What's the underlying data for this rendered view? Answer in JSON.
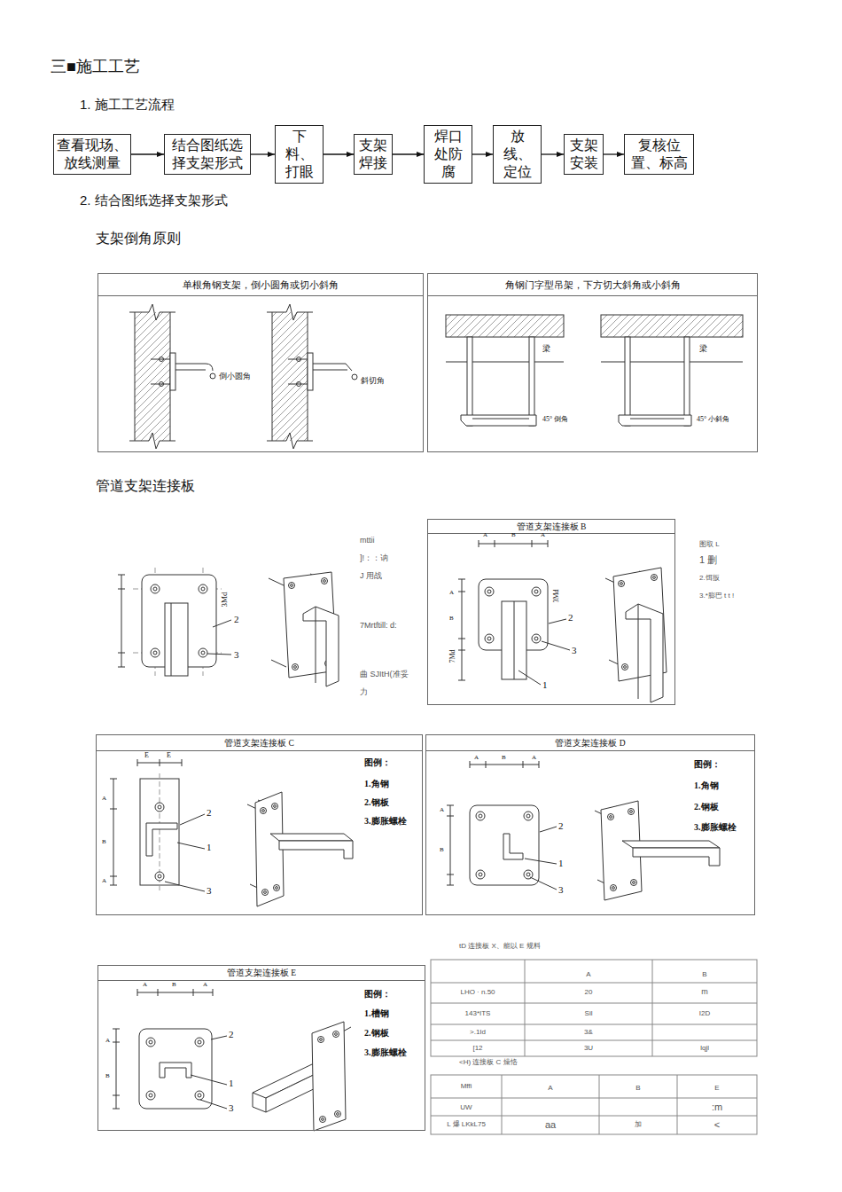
{
  "diagram": {
    "title": "三■施工工艺",
    "nodes": [
      {
        "text": [
          "查看现场、放线测量"
        ]
      },
      {
        "text": [
          "结合图纸选择支架形式"
        ]
      },
      {
        "text": [
          "下料、打眼"
        ]
      },
      {
        "text": [
          "支架焊接"
        ]
      },
      {
        "text": [
          "焊口处防腐"
        ]
      },
      {
        "text": [
          "放线、定位"
        ]
      },
      {
        "text": [
          "支架安装"
        ]
      },
      {
        "text": [
          "复核位置、标高"
        ]
      },
      {
        "text": [
          "单根角钢支架，倒小圆角或切小斜角"
        ]
      },
      {
        "text": [
          "角钢门字型吊架，下方切大斜角或小斜角"
        ]
      },
      {
        "text": [
          "管道支架连接板 B"
        ]
      },
      {
        "text": [
          "管道支架连接板 C",
          "图例：",
          "1.角钢",
          "2.钢板",
          "3.膨胀螺栓"
        ]
      },
      {
        "text": [
          "管道支架连接板 D",
          "图例：",
          "1.角钢",
          "2.钢板",
          "3.膨胀螺栓"
        ]
      },
      {
        "text": [
          "管道支架连接板 E",
          "图例：",
          "1.槽钢",
          "2.钢板",
          "3.膨胀螺栓"
        ]
      }
    ],
    "edges": [
      {
        "from": 0,
        "to": 1,
        "arrow": "to"
      },
      {
        "from": 1,
        "to": 2,
        "arrow": "to"
      },
      {
        "from": 2,
        "to": 3,
        "arrow": "to"
      },
      {
        "from": 3,
        "to": 4,
        "arrow": "to"
      },
      {
        "from": 4,
        "to": 5,
        "arrow": "to"
      },
      {
        "from": 5,
        "to": 6,
        "arrow": "to"
      },
      {
        "from": 6,
        "to": 7,
        "arrow": "to"
      }
    ],
    "labels": [
      "1. 施工工艺流程",
      "2. 结合图纸选择支架形式",
      "支架倒角原则",
      "管道支架连接板",
      "倒小圆角",
      "斜切角",
      "梁",
      "梁",
      "45° 倒角",
      "45° 小斜角",
      "3Md",
      "2",
      "3",
      "mttii",
      "]!：：讷",
      "J 用战",
      "7Mrtftill: d:",
      "曲 SJItH(准妥",
      "力",
      "A",
      "B",
      "A",
      "A",
      "B",
      "7Md",
      "3Md",
      "2",
      "3",
      "1",
      "图取 L",
      "1 删",
      "2.饵扳",
      "3.*膨巴 t t !",
      "E",
      "E",
      "A",
      "B",
      "A",
      "2",
      "1",
      "3",
      "A",
      "B",
      "A",
      "A",
      "B",
      "2",
      "1",
      "3",
      "A",
      "B",
      "A",
      "A",
      "B",
      "2",
      "1",
      "3",
      "tD 连接板 X、能以 E 规料",
      "A",
      "B",
      "LHO · n.50",
      "20",
      "m",
      "143*ITS",
      "Sil",
      "I2D",
      ">.1Id",
      "3&",
      "[12",
      "3U",
      "Iqjl",
      "<H) 连接板 C 燥恪",
      "Mffi",
      "A",
      "B",
      "E",
      "UW",
      ":m",
      "L 爆 LKkL75",
      "aa",
      "加",
      "<"
    ]
  }
}
